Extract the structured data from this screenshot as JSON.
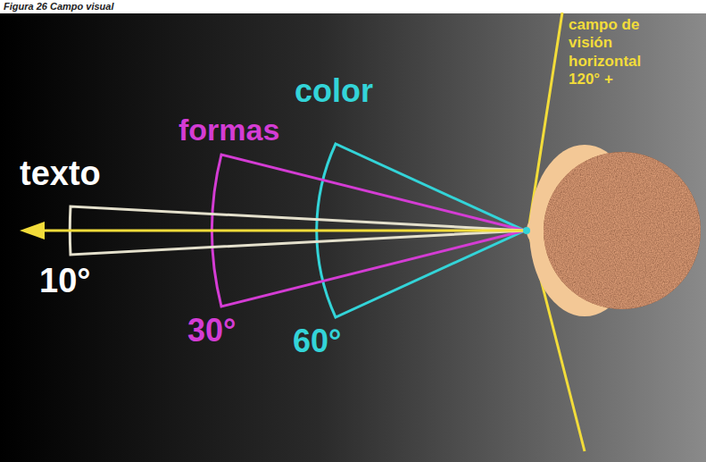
{
  "diagram": {
    "caption": "Figura 26 Campo visual",
    "labels": [
      "texto",
      "10°",
      "formas",
      "30°",
      "color",
      "60°",
      "campo de visión horizontal 120° +"
    ]
  }
}
